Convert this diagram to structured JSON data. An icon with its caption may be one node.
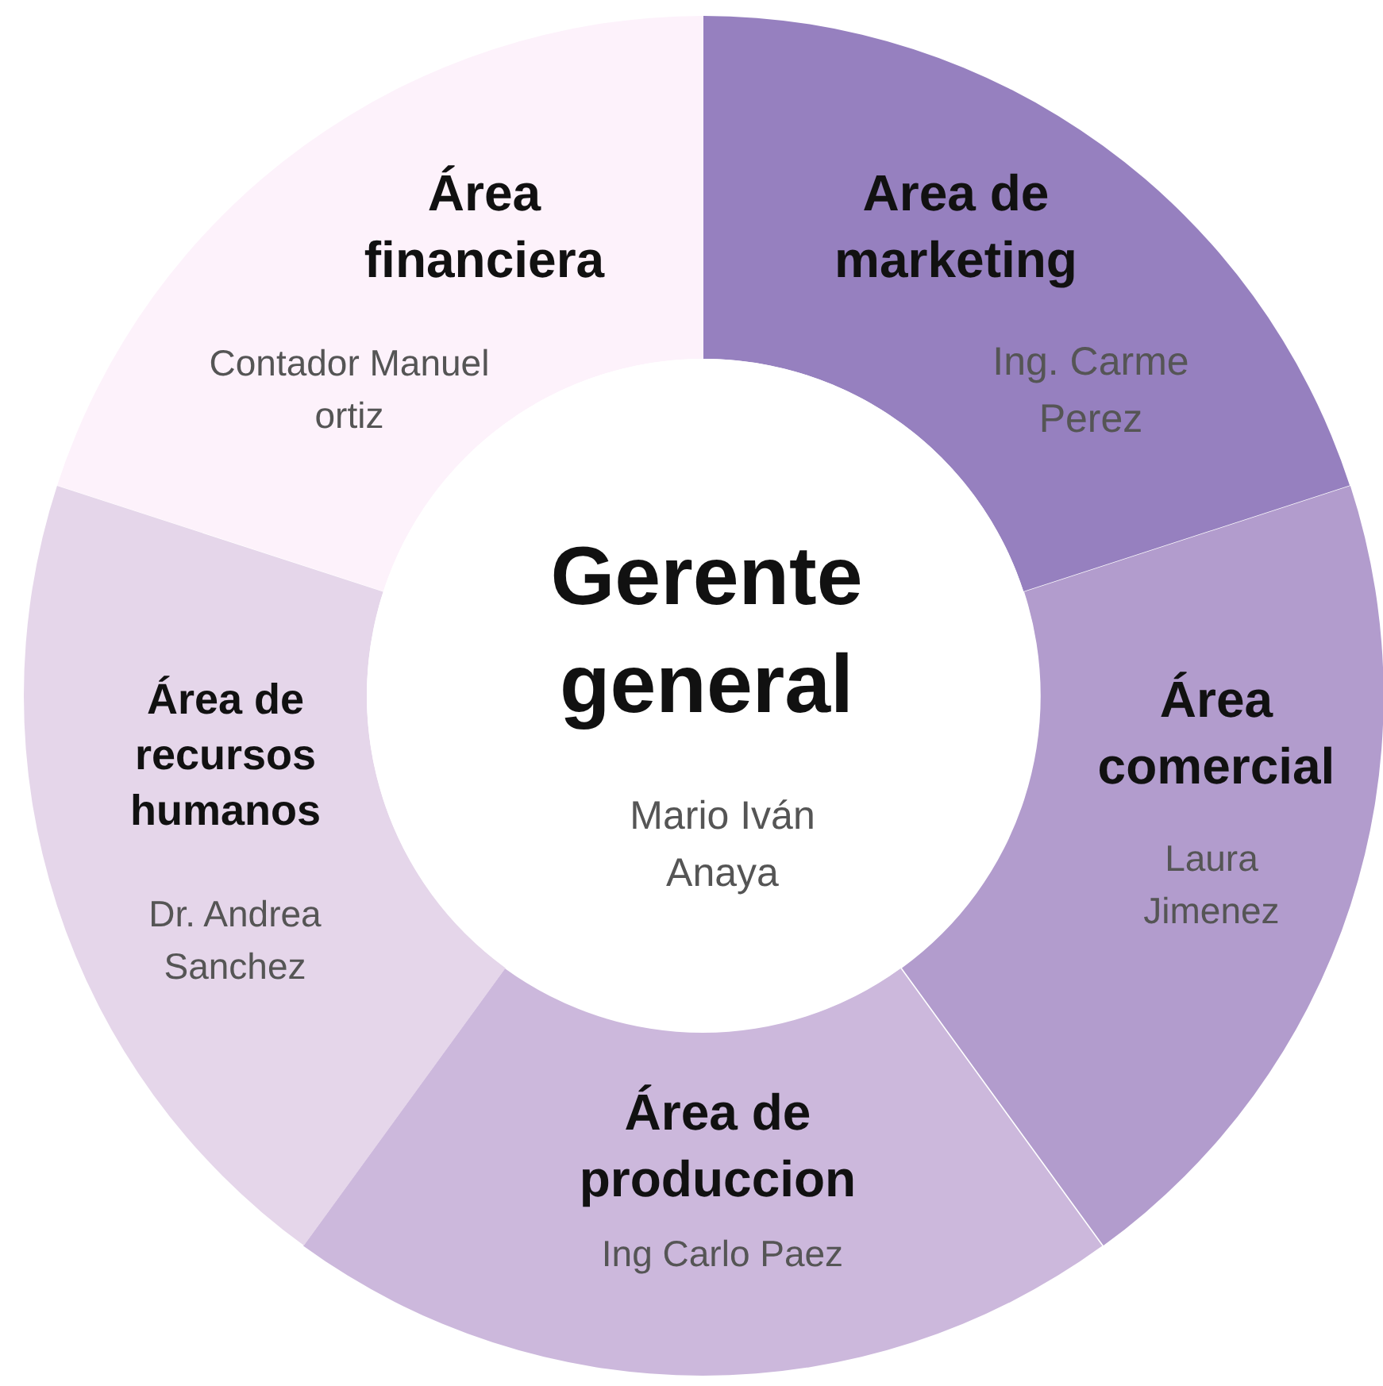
{
  "diagram": {
    "nodes": [
      {
        "text": [
          "Gerente general",
          "Mario Iván Anaya"
        ]
      },
      {
        "text": [
          "Área financiera",
          "Contador Manuel ortiz"
        ]
      },
      {
        "text": [
          "Area de marketing",
          "Ing. Carme Perez"
        ]
      },
      {
        "text": [
          "Área comercial",
          "Laura Jimenez"
        ]
      },
      {
        "text": [
          "Área de produccion",
          "Ing Carlo Paez"
        ]
      },
      {
        "text": [
          "Área de recursos humanos",
          "Dr. Andrea Sanchez"
        ]
      }
    ],
    "edges": []
  }
}
